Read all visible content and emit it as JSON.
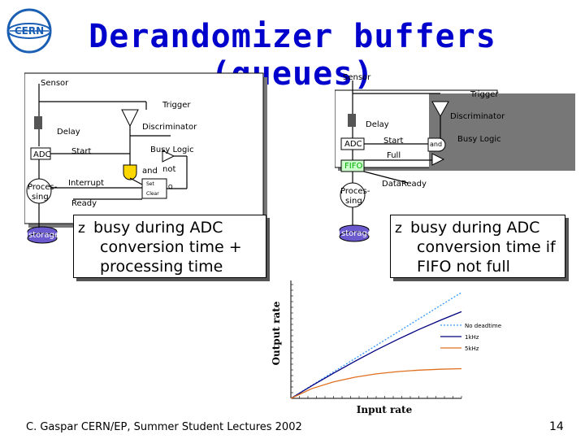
{
  "title": "Derandomizer buffers (queues)",
  "footer": "C. Gaspar CERN/EP, Summer Student Lectures 2002",
  "page_number": "14",
  "logo_text": "CERN",
  "left_diagram": {
    "sensor": "Sensor",
    "trigger": "Trigger",
    "delay": "Delay",
    "discriminator": "Discriminator",
    "adc": "ADC",
    "start": "Start",
    "busy_logic": "Busy Logic",
    "and": "and",
    "not": "not",
    "interrupt": "Interrupt",
    "processing": "Proces-\nsing",
    "processing_l1": "Proces-",
    "processing_l2": "sing",
    "ready": "Ready",
    "storage": "storage",
    "set": "Set",
    "clear": "Clear",
    "q": "Q"
  },
  "right_diagram": {
    "sensor": "Sensor",
    "trigger": "Trigger",
    "discriminator": "Discriminator",
    "delay": "Delay",
    "adc": "ADC",
    "start": "Start",
    "and": "and",
    "busy_logic": "Busy Logic",
    "full": "Full",
    "fifo": "FIFO",
    "data_ready": "DataReady",
    "processing_l1": "Proces-",
    "processing_l2": "sing",
    "storage": "storage"
  },
  "bullets": {
    "left": [
      "busy during ADC",
      "conversion time +",
      "processing time"
    ],
    "right": [
      "busy during ADC",
      "conversion time if",
      "FIFO not full"
    ]
  },
  "chart_data": {
    "type": "line",
    "xlabel": "Input rate",
    "ylabel": "Output rate",
    "series": [
      {
        "name": "No deadtime",
        "color": "#3399ff",
        "style": "dotted",
        "x": [
          0,
          1,
          2,
          3,
          4,
          5,
          6,
          7,
          8
        ],
        "y": [
          0,
          1,
          2,
          3,
          4,
          5,
          6,
          7,
          8
        ]
      },
      {
        "name": "1kHz",
        "color": "#000080",
        "style": "solid",
        "x": [
          0,
          1,
          2,
          3,
          4,
          5,
          6,
          7,
          8
        ],
        "y": [
          0,
          0.97,
          1.9,
          2.8,
          3.65,
          4.45,
          5.2,
          5.9,
          6.55
        ]
      },
      {
        "name": "5kHz",
        "color": "#e07020",
        "style": "solid",
        "x": [
          0,
          1,
          2,
          3,
          4,
          5,
          6,
          7,
          8
        ],
        "y": [
          0,
          0.75,
          1.25,
          1.6,
          1.85,
          2.02,
          2.13,
          2.2,
          2.24
        ]
      }
    ],
    "xlim": [
      0,
      8
    ],
    "ylim": [
      0,
      8.6
    ],
    "legend_position": "middle-right",
    "grid": false
  }
}
